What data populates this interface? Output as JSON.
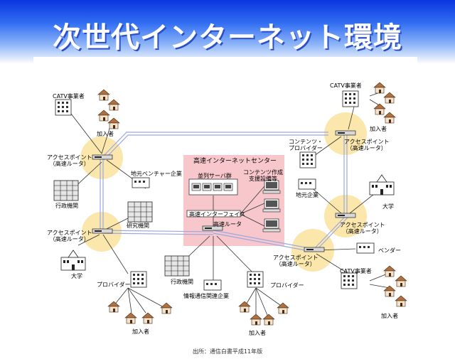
{
  "slide": {
    "title": "次世代インターネット環境",
    "source": "出所：通信白書平成11年版"
  },
  "center": {
    "title": "高速インターネットセンター",
    "server_group": "並列サーバ群",
    "content_label": "コンテンツ作成\n支援設備等",
    "interface": "高速インターフェイス",
    "router": "高速ルータ"
  },
  "labels": {
    "catv_operator": "CATV事業者",
    "subscriber": "加入者",
    "access_point": "アクセスポイント\n（高速ルータ）",
    "government": "行政機関",
    "local_venture": "地元ベンチャー企業",
    "research": "研究機関",
    "university": "大学",
    "provider": "プロバイダー",
    "content_provider": "コンテンツ・\nプロバイダー",
    "local_company": "地元企業",
    "vendor": "ベンダー",
    "info_company": "情報通信関連企業"
  },
  "colors": {
    "header_blue": "#1f4fe8",
    "highlight_yellow": "#fbe7ac",
    "center_pink": "#f7c7cc",
    "link_blue": "#9aa8e0"
  }
}
